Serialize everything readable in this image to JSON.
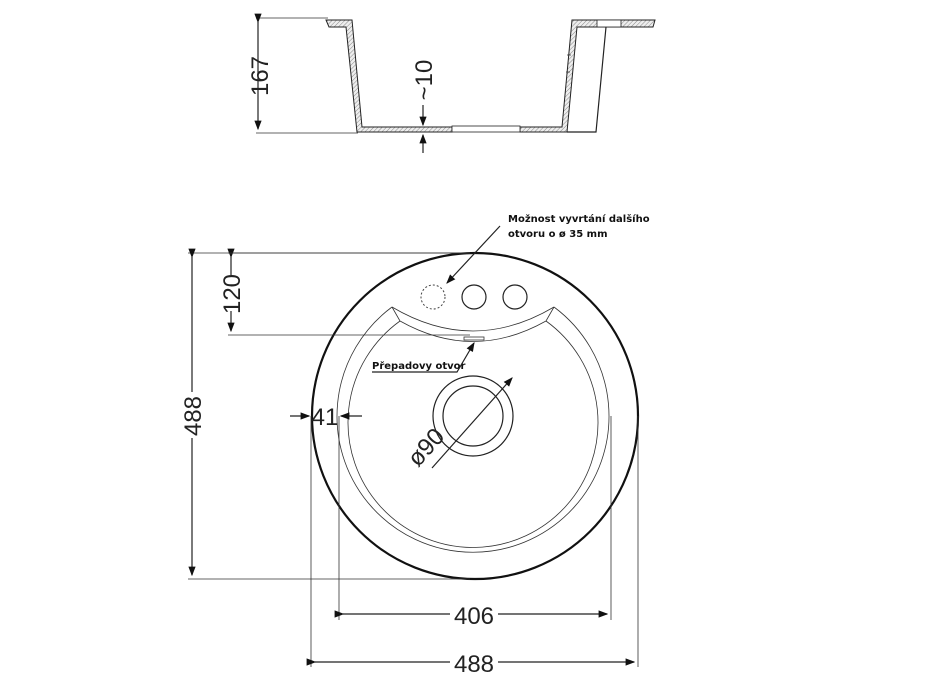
{
  "section_view": {
    "height_dim": "167",
    "bottom_thickness_dim": "~10"
  },
  "plan_view": {
    "note_extra_hole": [
      "Možnost vyvrtání dalšího",
      "otvoru o ø   35 mm"
    ],
    "note_overflow": "Přepadovy otvor",
    "dim_tap_offset": "120",
    "dim_overall_height": "488",
    "dim_rim_width": "41",
    "dim_drain_diameter": "ø90",
    "dim_bowl_width": "406",
    "dim_overall_width": "488"
  }
}
